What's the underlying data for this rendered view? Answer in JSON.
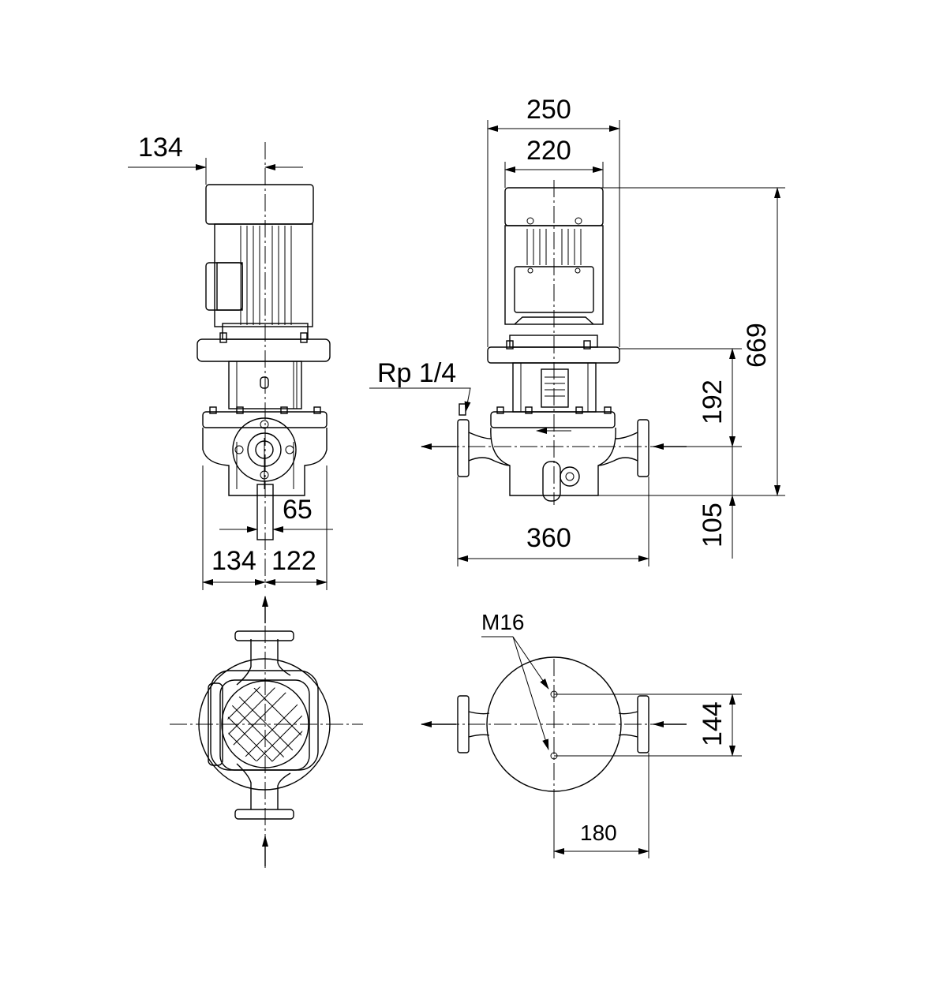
{
  "dimensions": {
    "side_motor_offset": "134",
    "side_bottom_left": "134",
    "side_bottom_right": "122",
    "drain_width": "65",
    "overall_width": "250",
    "motor_width": "220",
    "total_height": "669",
    "flange_to_top": "192",
    "base_height": "105",
    "port_to_port": "360",
    "foot_hole_spacing": "144",
    "foot_hole_offset": "180"
  },
  "labels": {
    "vent_plug": "Rp 1/4",
    "bolt_thread": "M16"
  },
  "colors": {
    "line": "#000000",
    "background": "#ffffff"
  }
}
